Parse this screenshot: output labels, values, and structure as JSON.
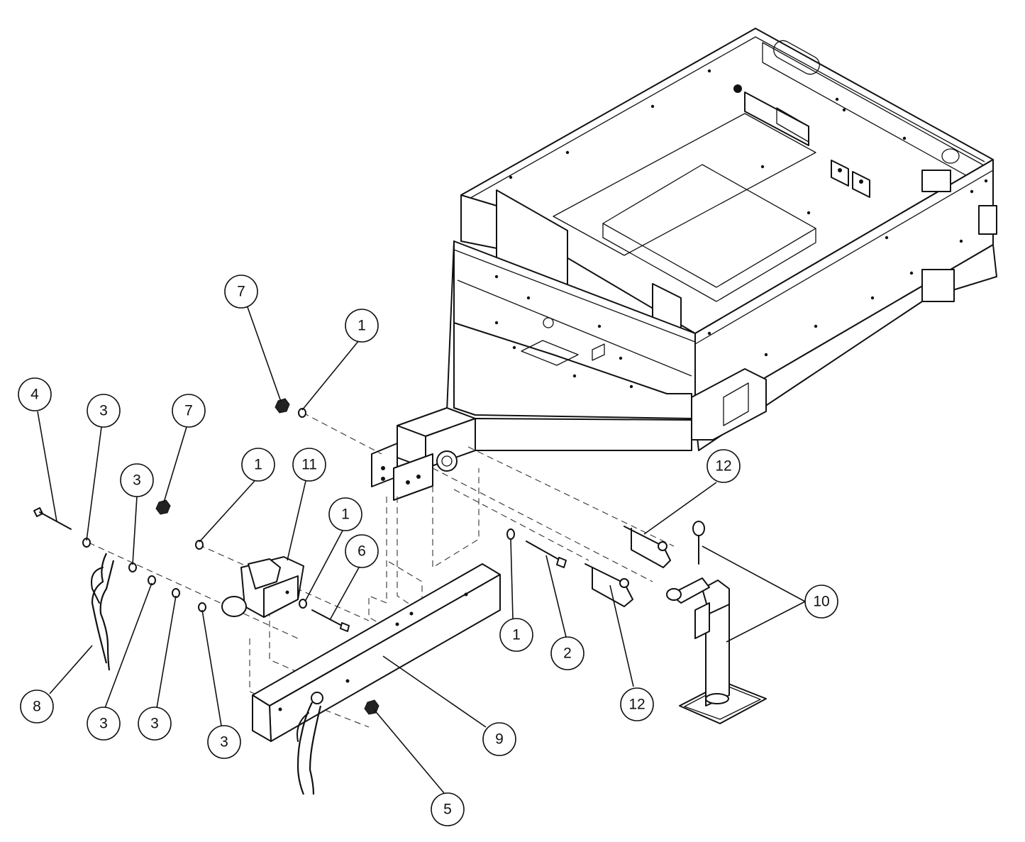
{
  "diagram": {
    "callouts": [
      {
        "id": "c7-top",
        "label": "7"
      },
      {
        "id": "c1-top",
        "label": "1"
      },
      {
        "id": "c4",
        "label": "4"
      },
      {
        "id": "c3-a",
        "label": "3"
      },
      {
        "id": "c7-mid",
        "label": "7"
      },
      {
        "id": "c3-b",
        "label": "3"
      },
      {
        "id": "c1-mid",
        "label": "1"
      },
      {
        "id": "c11",
        "label": "11"
      },
      {
        "id": "c1-low",
        "label": "1"
      },
      {
        "id": "c6",
        "label": "6"
      },
      {
        "id": "c12-top",
        "label": "12"
      },
      {
        "id": "c10",
        "label": "10"
      },
      {
        "id": "c1-right",
        "label": "1"
      },
      {
        "id": "c2",
        "label": "2"
      },
      {
        "id": "c8",
        "label": "8"
      },
      {
        "id": "c3-c",
        "label": "3"
      },
      {
        "id": "c3-d",
        "label": "3"
      },
      {
        "id": "c3-e",
        "label": "3"
      },
      {
        "id": "c12-bottom",
        "label": "12"
      },
      {
        "id": "c9",
        "label": "9"
      },
      {
        "id": "c5",
        "label": "5"
      }
    ]
  }
}
